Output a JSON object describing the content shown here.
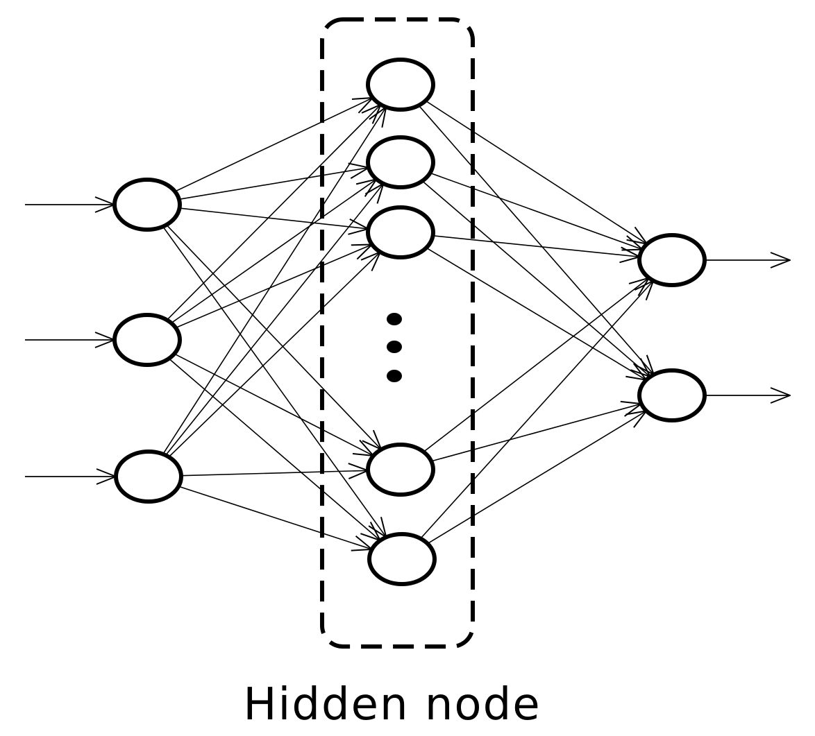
{
  "caption": "Hidden node",
  "network": {
    "input_nodes": 3,
    "hidden_nodes_drawn": 5,
    "hidden_nodes_above_ellipsis": 3,
    "output_nodes": 2,
    "fully_connected": true
  },
  "colors": {
    "stroke": "#000000",
    "background": "#ffffff"
  }
}
